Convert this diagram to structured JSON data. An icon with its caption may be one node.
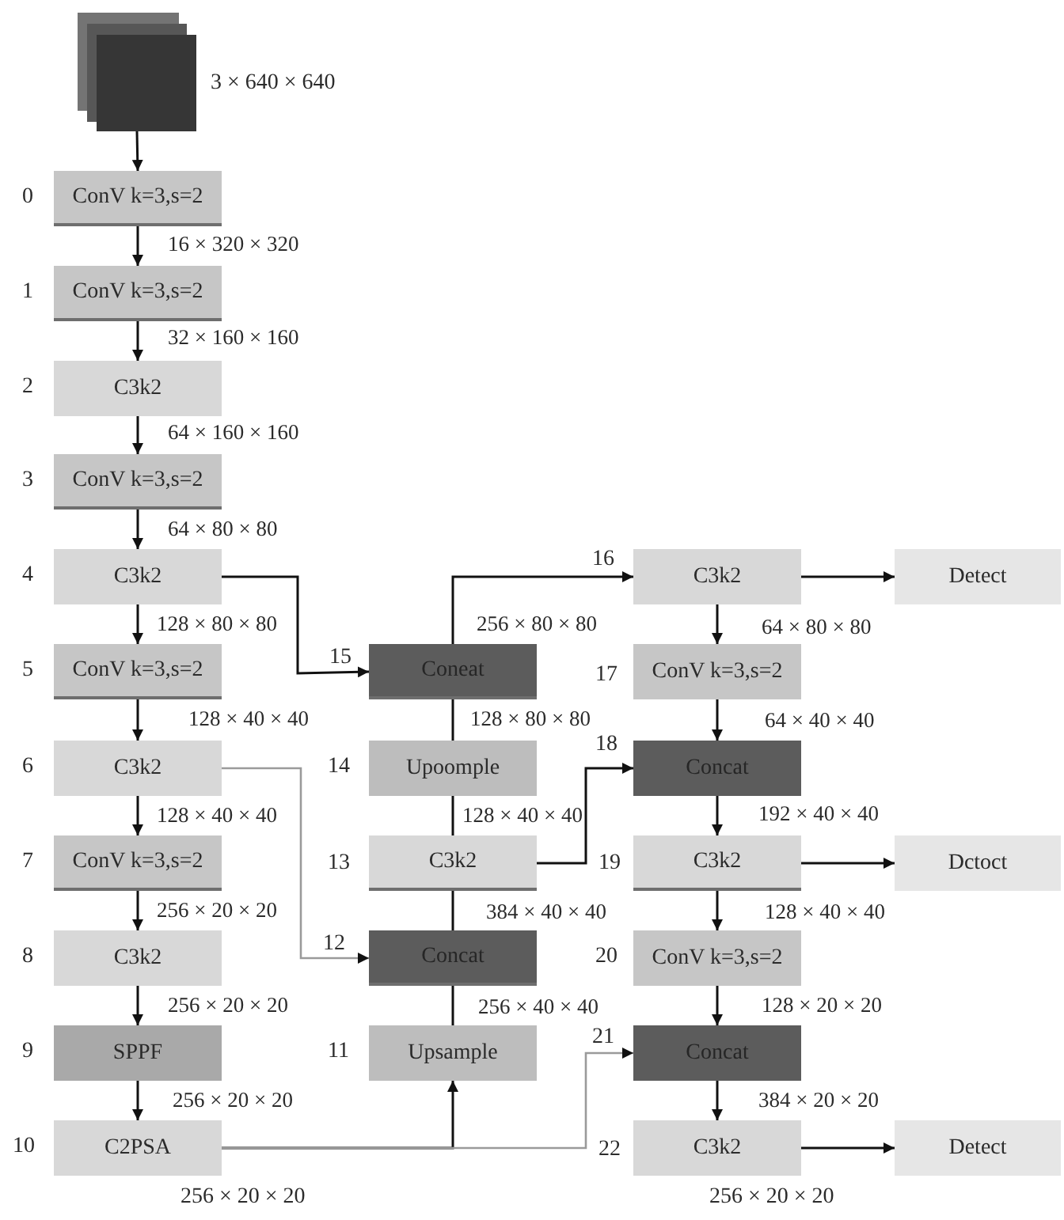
{
  "diagram": {
    "nodes": [
      {
        "text": [],
        "shape": "box",
        "beside": [
          "3 × 640 × 640"
        ]
      },
      {
        "text": [
          "ConV k=3,s=2"
        ],
        "beside": [
          "0"
        ]
      },
      {
        "text": [
          "ConV k=3,s=2"
        ],
        "beside": [
          "1"
        ]
      },
      {
        "text": [
          "C3k2"
        ],
        "beside": [
          "2"
        ]
      },
      {
        "text": [
          "ConV k=3,s=2"
        ],
        "beside": [
          "3"
        ]
      },
      {
        "text": [
          "C3k2"
        ],
        "beside": [
          "4"
        ]
      },
      {
        "text": [
          "ConV k=3,s=2"
        ],
        "beside": [
          "5"
        ]
      },
      {
        "text": [
          "C3k2"
        ],
        "beside": [
          "6"
        ]
      },
      {
        "text": [
          "ConV k=3,s=2"
        ],
        "beside": [
          "7"
        ]
      },
      {
        "text": [
          "C3k2"
        ],
        "beside": [
          "8"
        ]
      },
      {
        "text": [
          "SPPF"
        ],
        "beside": [
          "9"
        ]
      },
      {
        "text": [
          "C2PSA"
        ],
        "beside": [
          "10",
          "256 × 20 × 20"
        ]
      },
      {
        "text": [
          "Upsample"
        ],
        "beside": [
          "11"
        ]
      },
      {
        "text": [
          "Concat"
        ],
        "beside": [
          "12"
        ]
      },
      {
        "text": [
          "C3k2"
        ],
        "beside": [
          "13"
        ]
      },
      {
        "text": [
          "Upoomple"
        ],
        "beside": [
          "14"
        ]
      },
      {
        "text": [
          "Coneat"
        ],
        "beside": [
          "15"
        ]
      },
      {
        "text": [
          "C3k2"
        ],
        "beside": [
          "16"
        ]
      },
      {
        "text": [
          "ConV k=3,s=2"
        ],
        "beside": [
          "17"
        ]
      },
      {
        "text": [
          "Concat"
        ],
        "beside": [
          "18"
        ]
      },
      {
        "text": [
          "C3k2"
        ],
        "beside": [
          "19"
        ]
      },
      {
        "text": [
          "ConV k=3,s=2"
        ],
        "beside": [
          "20"
        ]
      },
      {
        "text": [
          "Concat"
        ],
        "beside": [
          "21"
        ]
      },
      {
        "text": [
          "C3k2"
        ],
        "beside": [
          "22",
          "256 × 20 × 20"
        ]
      },
      {
        "text": [
          "Detect"
        ]
      },
      {
        "text": [
          "Dctoct"
        ]
      },
      {
        "text": [
          "Detect"
        ]
      }
    ],
    "edges": [
      {
        "from": 0,
        "to": 1,
        "arrow": "to"
      },
      {
        "from": 1,
        "to": 2,
        "arrow": "to",
        "label": "16 × 320 × 320"
      },
      {
        "from": 2,
        "to": 3,
        "arrow": "to",
        "label": "32 × 160 × 160"
      },
      {
        "from": 3,
        "to": 4,
        "arrow": "to",
        "label": "64 × 160 × 160"
      },
      {
        "from": 4,
        "to": 5,
        "arrow": "to",
        "label": "64 × 80 × 80"
      },
      {
        "from": 5,
        "to": 6,
        "arrow": "to",
        "label": "128 × 80 × 80"
      },
      {
        "from": 6,
        "to": 7,
        "arrow": "to",
        "label": "128 × 40 × 40"
      },
      {
        "from": 7,
        "to": 8,
        "arrow": "to",
        "label": "128 × 40 × 40"
      },
      {
        "from": 8,
        "to": 9,
        "arrow": "to",
        "label": "256 × 20 × 20"
      },
      {
        "from": 9,
        "to": 10,
        "arrow": "to",
        "label": "256 × 20 × 20"
      },
      {
        "from": 10,
        "to": 11,
        "arrow": "to",
        "label": "256 × 20 × 20"
      },
      {
        "from": 5,
        "to": 16,
        "arrow": "to"
      },
      {
        "from": 7,
        "to": 13,
        "arrow": "to",
        "color": "#9a9a9a"
      },
      {
        "from": 11,
        "to": 12,
        "arrow": "to"
      },
      {
        "from": 11,
        "to": 22,
        "arrow": "to",
        "color": "#9a9a9a"
      },
      {
        "from": 12,
        "to": 13,
        "arrow": "to",
        "label": "256 × 40 × 40"
      },
      {
        "from": 13,
        "to": 14,
        "arrow": "to",
        "label": "384 × 40 × 40"
      },
      {
        "from": 14,
        "to": 15,
        "arrow": "to",
        "label": "128 × 40 × 40"
      },
      {
        "from": 15,
        "to": 16,
        "arrow": "to",
        "label": "128 × 80 × 80"
      },
      {
        "from": 16,
        "to": 17,
        "arrow": "to",
        "label": "256 × 80 × 80"
      },
      {
        "from": 14,
        "to": 19,
        "arrow": "to"
      },
      {
        "from": 17,
        "to": 18,
        "arrow": "to",
        "label": "64 × 80 × 80"
      },
      {
        "from": 18,
        "to": 19,
        "arrow": "to",
        "label": "64 × 40 × 40"
      },
      {
        "from": 19,
        "to": 20,
        "arrow": "to",
        "label": "192 × 40 × 40"
      },
      {
        "from": 20,
        "to": 21,
        "arrow": "to",
        "label": "128 × 40 × 40"
      },
      {
        "from": 21,
        "to": 22,
        "arrow": "to",
        "label": "128 × 20 × 20"
      },
      {
        "from": 22,
        "to": 23,
        "arrow": "to",
        "label": "384 × 20 × 20"
      },
      {
        "from": 17,
        "to": 24,
        "arrow": "to"
      },
      {
        "from": 20,
        "to": 25,
        "arrow": "to"
      },
      {
        "from": 23,
        "to": 26,
        "arrow": "to"
      }
    ]
  }
}
